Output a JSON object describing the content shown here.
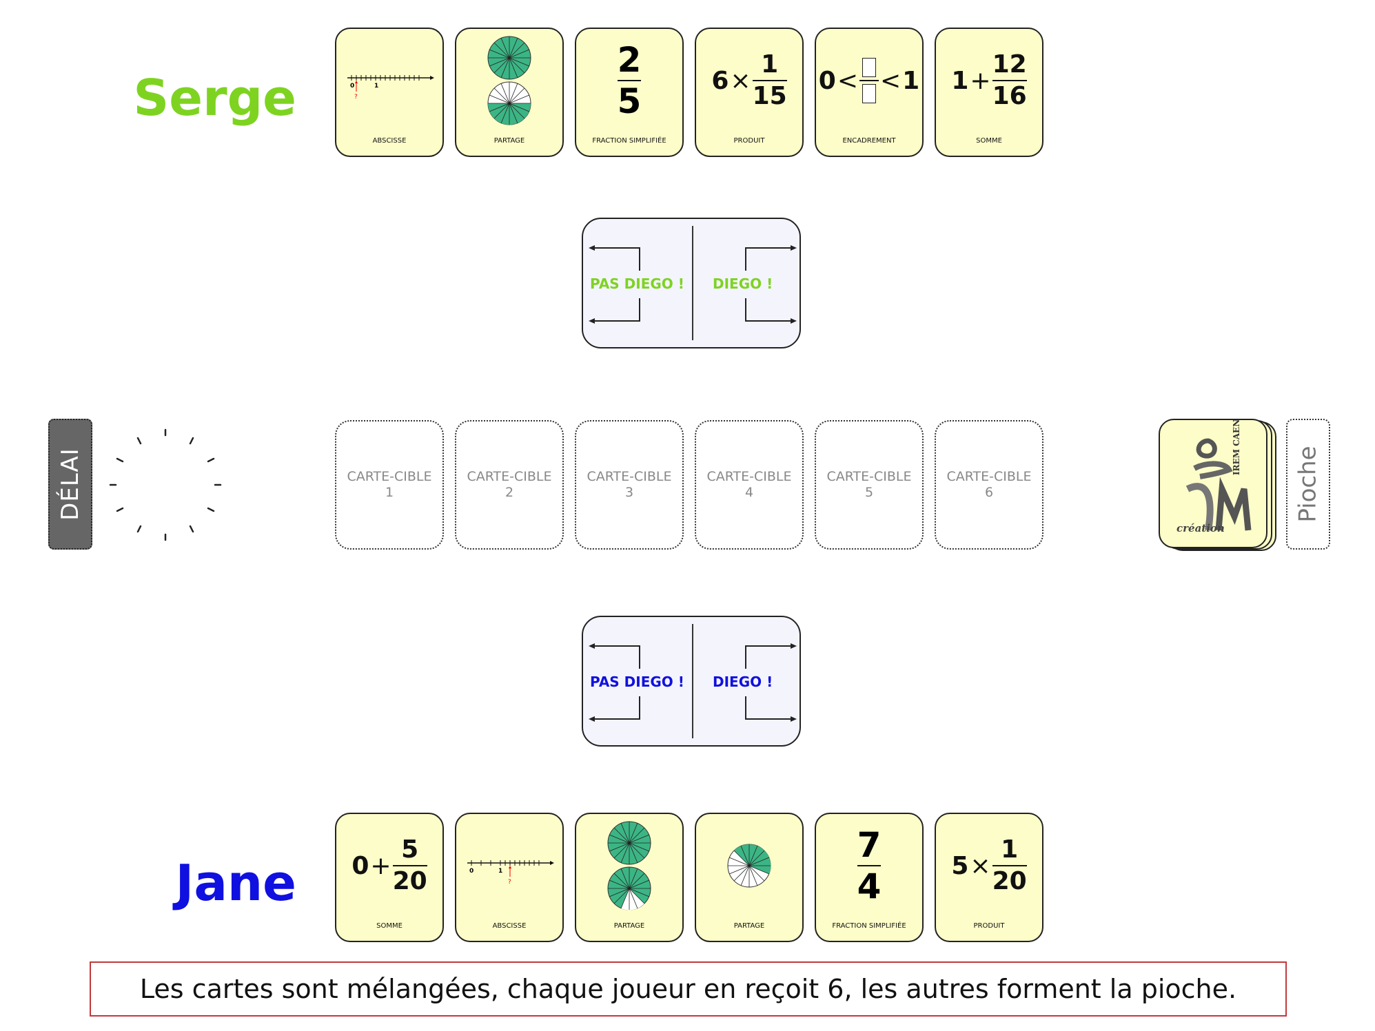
{
  "players": {
    "top": {
      "name": "Serge",
      "color": "#7ed321"
    },
    "bottom": {
      "name": "Jane",
      "color": "#1010e0"
    }
  },
  "serge_cards": [
    {
      "label": "ABSCISSE",
      "type": "number-line",
      "tick_labels": [
        "0",
        "1",
        "?"
      ]
    },
    {
      "label": "PARTAGE",
      "type": "pie-pair"
    },
    {
      "label": "FRACTION SIMPLIFIÉE",
      "num": "2",
      "den": "5"
    },
    {
      "label": "PRODUIT",
      "lead": "6",
      "op": "×",
      "num": "1",
      "den": "15"
    },
    {
      "label": "ENCADREMENT",
      "left": "0",
      "op1": "<",
      "op2": "<",
      "right": "1"
    },
    {
      "label": "SOMME",
      "lead": "1",
      "op": "+",
      "num": "12",
      "den": "16"
    }
  ],
  "jane_cards": [
    {
      "label": "SOMME",
      "lead": "0",
      "op": "+",
      "num": "5",
      "den": "20"
    },
    {
      "label": "ABSCISSE",
      "type": "number-line",
      "tick_labels": [
        "0",
        "1",
        "?"
      ]
    },
    {
      "label": "PARTAGE",
      "type": "pie-pair"
    },
    {
      "label": "PARTAGE",
      "type": "pie-single"
    },
    {
      "label": "FRACTION SIMPLIFIÉE",
      "num": "7",
      "den": "4"
    },
    {
      "label": "PRODUIT",
      "lead": "5",
      "op": "×",
      "num": "1",
      "den": "20"
    }
  ],
  "diego_top": {
    "pas_label": "PAS DIEGO !",
    "diego_label": "DIEGO !",
    "color": "#7ed321"
  },
  "diego_bottom": {
    "pas_label": "PAS DIEGO !",
    "diego_label": "DIEGO !",
    "color": "#1010e0"
  },
  "targets": [
    {
      "label": "CARTE-CIBLE",
      "num": "1"
    },
    {
      "label": "CARTE-CIBLE",
      "num": "2"
    },
    {
      "label": "CARTE-CIBLE",
      "num": "3"
    },
    {
      "label": "CARTE-CIBLE",
      "num": "4"
    },
    {
      "label": "CARTE-CIBLE",
      "num": "5"
    },
    {
      "label": "CARTE-CIBLE",
      "num": "6"
    }
  ],
  "delai_label": "DÉLAI",
  "pioche_label": "Pioche",
  "deck_logo": {
    "text1": "IREM CAEN",
    "text2": "création",
    "icon": "irem-logo"
  },
  "footer_text": "Les cartes sont mélangées, chaque joueur en reçoit 6, les autres forment la pioche.",
  "colors": {
    "card_bg": "#fdfdc9",
    "pie_green": "#3cb585",
    "footer_border": "#c0393b"
  }
}
